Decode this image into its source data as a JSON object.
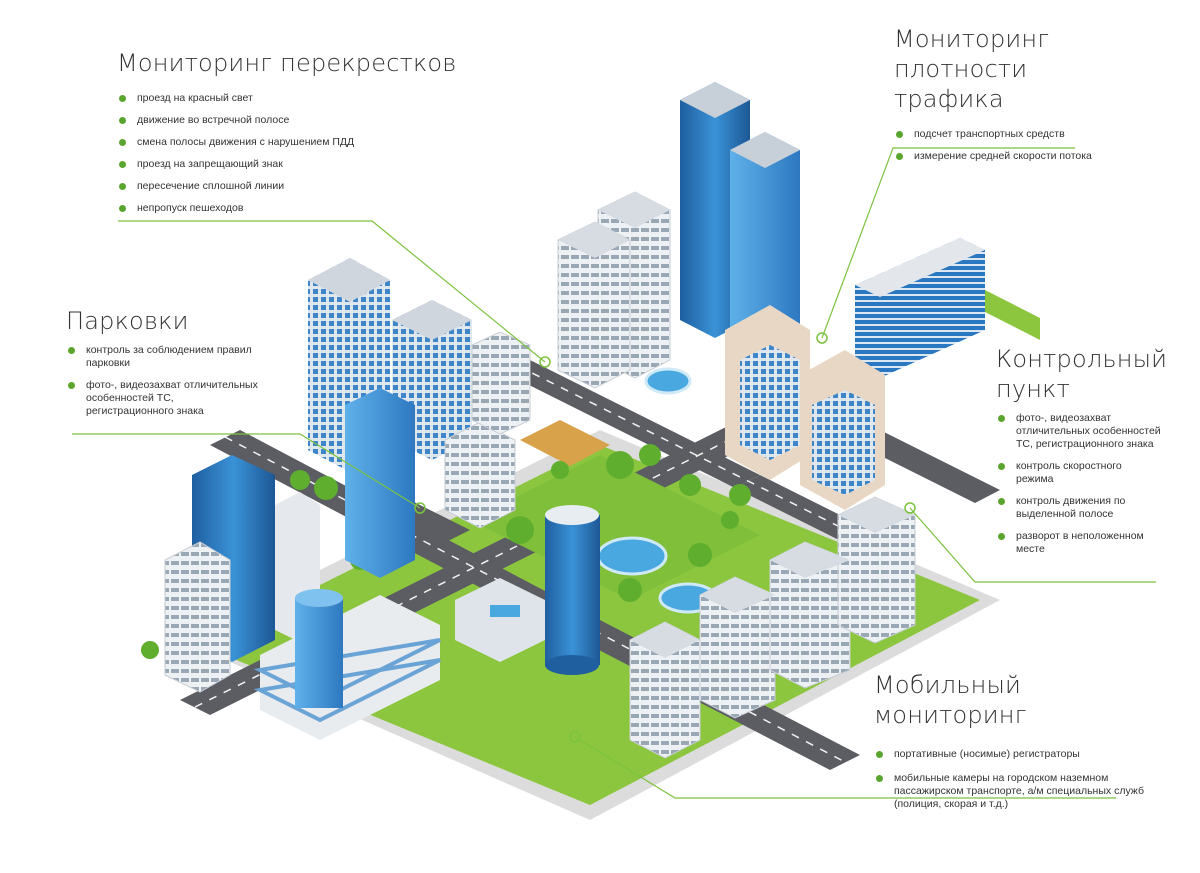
{
  "colors": {
    "bullet": "#5aa52e",
    "leader_line": "#7cc23f",
    "road": "#5b5d62",
    "grass": "#8cc63f",
    "glass": "#2f7fc0",
    "building_white": "#e9ecef",
    "building_beige": "#e7d7c4"
  },
  "sections": {
    "intersections": {
      "title": "Мониторинг перекрестков",
      "items": [
        "проезд на красный свет",
        "движение во встречной полосе",
        "смена полосы движения с нарушением ПДД",
        "проезд на запрещающий знак",
        "пересечение сплошной линии",
        "непропуск пешеходов"
      ]
    },
    "density": {
      "title_line1": "Мониторинг плотности",
      "title_line2": "трафика",
      "items": [
        "подсчет транспортных средств",
        "измерение средней скорости потока"
      ]
    },
    "parking": {
      "title": "Парковки",
      "items": [
        "контроль за соблюдением правил парковки",
        "фото-, видеозахват отличительных особенностей ТС, регистрационного знака"
      ]
    },
    "checkpoint": {
      "title_line1": "Контрольный",
      "title_line2": "пункт",
      "items": [
        "фото-, видеозахват отличительных особенностей ТС, регистрационного знака",
        "контроль скоростного режима",
        "контроль движения по выделенной полосе",
        "разворот в неположенном месте"
      ]
    },
    "mobile": {
      "title": "Мобильный мониторинг",
      "items": [
        "портативные (носимые) регистраторы",
        "мобильные камеры на городском наземном пассажирском транспорте, а/м специальных служб (полиция, скорая и т.д.)"
      ]
    }
  }
}
